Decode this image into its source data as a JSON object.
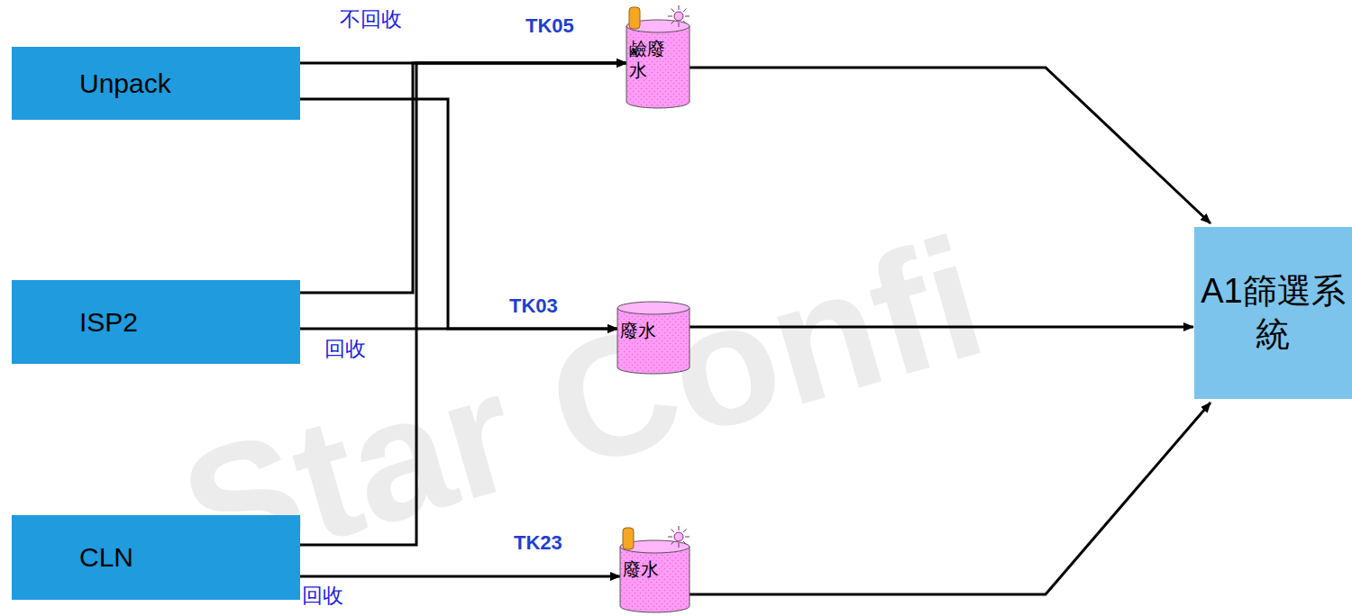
{
  "diagram": {
    "nodes": [
      {
        "text": [
          "Unpack"
        ]
      },
      {
        "text": [
          "ISP2"
        ]
      },
      {
        "text": [
          "CLN"
        ]
      },
      {
        "text": [
          "TK05",
          "鹼廢水"
        ]
      },
      {
        "text": [
          "TK03",
          "廢水"
        ]
      },
      {
        "text": [
          "TK23",
          "廢水"
        ]
      },
      {
        "text": [
          "A1篩選系統"
        ]
      }
    ],
    "edges": [
      {
        "from": 0,
        "to": 3,
        "arrow": "to",
        "label": "不回收"
      },
      {
        "from": 0,
        "to": 4,
        "arrow": "to"
      },
      {
        "from": 1,
        "to": 3,
        "arrow": "to"
      },
      {
        "from": 1,
        "to": 4,
        "arrow": "to",
        "label": "回收"
      },
      {
        "from": 2,
        "to": 3,
        "arrow": "to"
      },
      {
        "from": 2,
        "to": 5,
        "arrow": "to",
        "label": "回收"
      },
      {
        "from": 3,
        "to": 6,
        "arrow": "to"
      },
      {
        "from": 4,
        "to": 6,
        "arrow": "to"
      },
      {
        "from": 5,
        "to": 6,
        "arrow": "to"
      }
    ],
    "labels": [
      "Star Confi"
    ]
  }
}
